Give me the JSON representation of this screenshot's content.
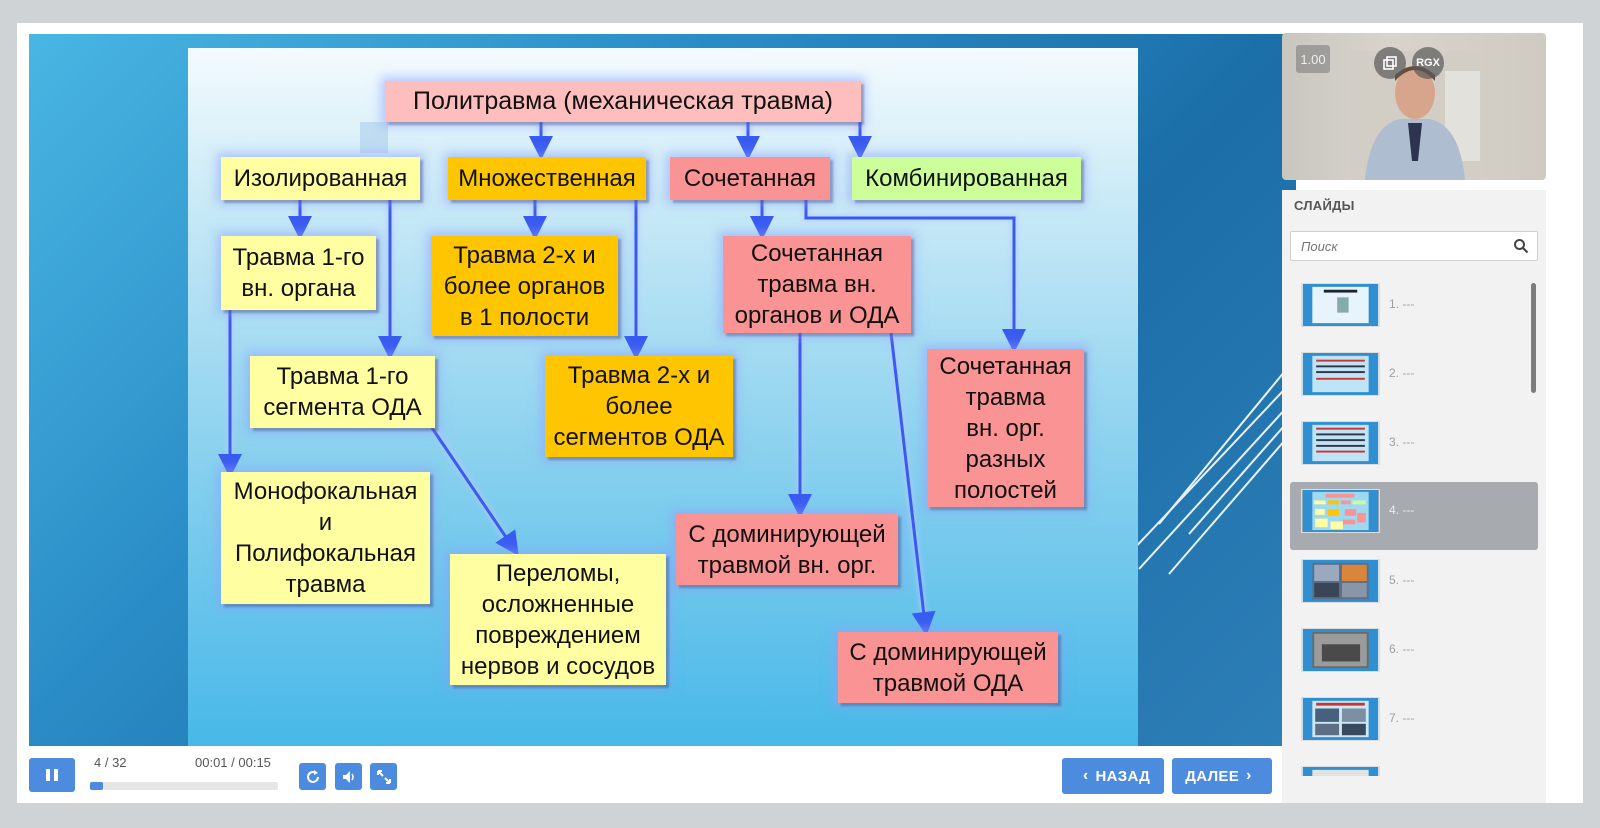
{
  "slide": {
    "title": "Политравма (механическая травма)",
    "boxes": {
      "isolated": "Изолированная",
      "multiple": "Множественная",
      "combined": "Сочетанная",
      "combination": "Комбинированная",
      "single_organ": "Травма 1-го\nвн. органа",
      "single_segment": "Травма 1-го\nсегмента ОДА",
      "mono_poly": "Монофокальная\nи\nПолифокальная\nтравма",
      "fractures": "Переломы,\nосложненные\nповреждением\nнервов и сосудов",
      "two_organs": "Травма 2-х и\nболее органов\nв 1 полости",
      "two_segments": "Травма 2-х и\nболее\nсегментов ОДА",
      "combined_organs_oda": "Сочетанная\nтравма вн.\nорганов и ОДА",
      "combined_cavities": "Сочетанная\nтравма\nвн. орг.\nразных\nполостей",
      "dominant_organ": "С доминирующей\nтравмой вн. орг.",
      "dominant_oda": "С доминирующей\nтравмой ОДА"
    }
  },
  "player": {
    "counter": "4 / 32",
    "time": "00:01 / 00:15",
    "progress_fraction": 0.07,
    "back_label": "НАЗАД",
    "next_label": "ДАЛЕЕ",
    "accent": "#4c8bdd"
  },
  "video": {
    "speed": "1.00",
    "rgx_label": "RGX"
  },
  "sidebar": {
    "title": "СЛАЙДЫ",
    "search_placeholder": "Поиск",
    "items": [
      {
        "label": "1. ---",
        "thumb": "title-slide"
      },
      {
        "label": "2. ---",
        "thumb": "text-slide"
      },
      {
        "label": "3. ---",
        "thumb": "text-slide"
      },
      {
        "label": "4. ---",
        "thumb": "diagram-slide",
        "active": true
      },
      {
        "label": "5. ---",
        "thumb": "photo-slide"
      },
      {
        "label": "6. ---",
        "thumb": "photo-slide"
      },
      {
        "label": "7. ---",
        "thumb": "photo-slide"
      }
    ]
  }
}
